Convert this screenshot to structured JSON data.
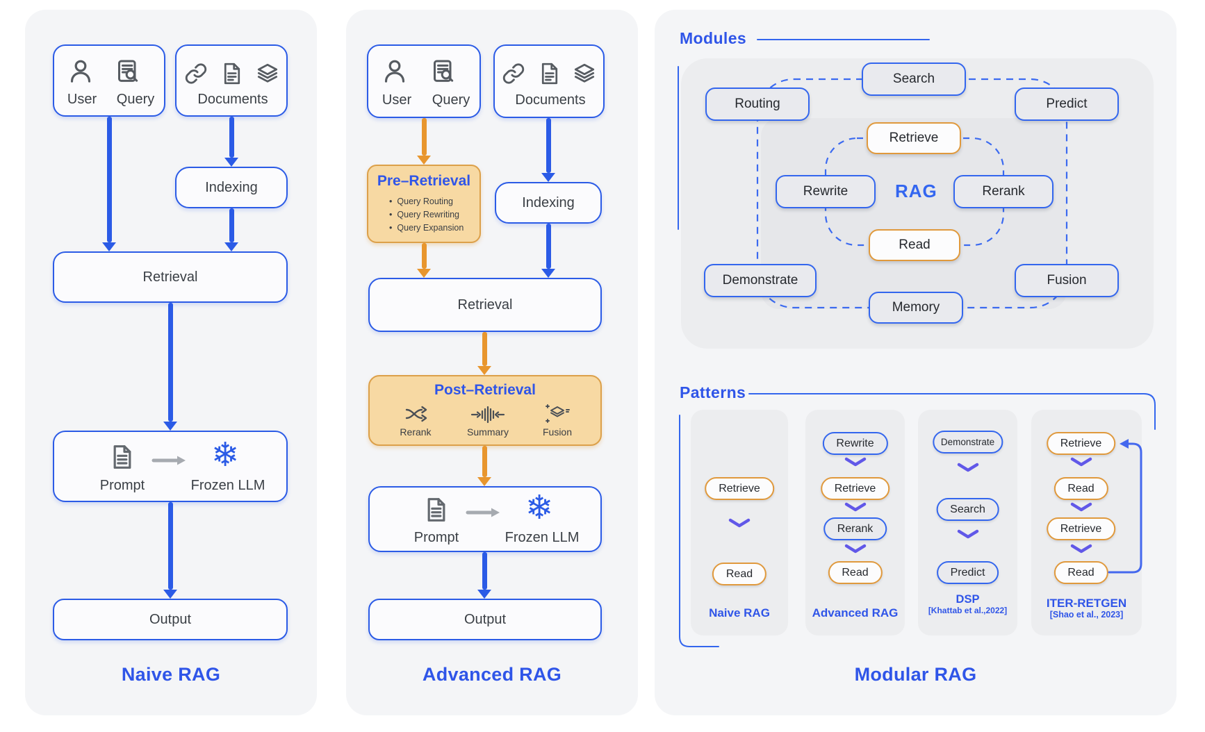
{
  "figure": {
    "naive": {
      "title": "Naive RAG",
      "user_label": "User",
      "query_label": "Query",
      "documents_label": "Documents",
      "indexing_label": "Indexing",
      "retrieval_label": "Retrieval",
      "prompt_label": "Prompt",
      "frozen_llm_label": "Frozen LLM",
      "output_label": "Output"
    },
    "advanced": {
      "title": "Advanced RAG",
      "user_label": "User",
      "query_label": "Query",
      "documents_label": "Documents",
      "indexing_label": "Indexing",
      "retrieval_label": "Retrieval",
      "prompt_label": "Prompt",
      "frozen_llm_label": "Frozen LLM",
      "output_label": "Output",
      "pre_retrieval": {
        "title": "Pre–Retrieval",
        "items": [
          "Query Routing",
          "Query Rewriting",
          "Query Expansion"
        ]
      },
      "post_retrieval": {
        "title": "Post–Retrieval",
        "rerank_label": "Rerank",
        "summary_label": "Summary",
        "fusion_label": "Fusion"
      }
    },
    "modular": {
      "title": "Modular RAG",
      "modules_section_label": "Modules",
      "patterns_section_label": "Patterns",
      "rag_center_label": "RAG",
      "modules": [
        {
          "label": "Routing"
        },
        {
          "label": "Search"
        },
        {
          "label": "Predict"
        },
        {
          "label": "Retrieve"
        },
        {
          "label": "Rewrite"
        },
        {
          "label": "Rerank"
        },
        {
          "label": "Read"
        },
        {
          "label": "Demonstrate"
        },
        {
          "label": "Memory"
        },
        {
          "label": "Fusion"
        }
      ],
      "patterns": [
        {
          "caption": "Naive RAG",
          "citation": "",
          "steps": [
            "Retrieve",
            "Read"
          ]
        },
        {
          "caption": "Advanced RAG",
          "citation": "",
          "steps": [
            "Rewrite",
            "Retrieve",
            "Rerank",
            "Read"
          ]
        },
        {
          "caption": "DSP",
          "citation": "[Khattab et al.,2022]",
          "steps": [
            "Demonstrate",
            "Search",
            "Predict"
          ]
        },
        {
          "caption": "ITER-RETGEN",
          "citation": "[Shao et al., 2023]",
          "steps": [
            "Retrieve",
            "Read",
            "Retrieve",
            "Read"
          ]
        }
      ]
    },
    "colors": {
      "blue": "#2B5BE6",
      "blue_label": "#2F55E8",
      "orange_border": "#DCA04A",
      "orange_fill": "#F7D9A3",
      "orange_arrow": "#E8962E",
      "chevron_purple": "#6158E8"
    }
  }
}
